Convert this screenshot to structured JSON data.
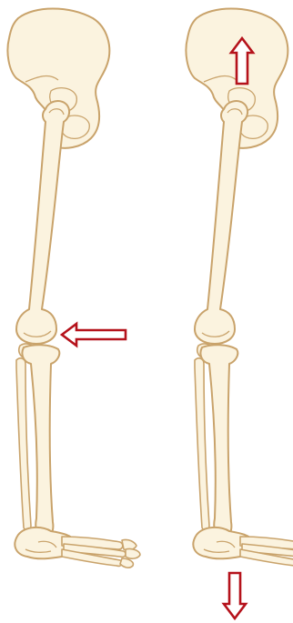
{
  "figure": {
    "panels": [
      {
        "id": "left",
        "arrow": {
          "direction": "left",
          "color": "#b5121b"
        }
      },
      {
        "id": "right",
        "arrows": [
          {
            "direction": "up",
            "color": "#b5121b"
          },
          {
            "direction": "down",
            "color": "#b5121b"
          }
        ]
      }
    ],
    "colors": {
      "bone_fill": "#fbf3df",
      "bone_outline": "#c9a36b",
      "bone_outline_dark": "#8f6a3a",
      "arrow_outline": "#b5121b",
      "arrow_fill": "#ffffff",
      "background": "#ffffff"
    }
  }
}
